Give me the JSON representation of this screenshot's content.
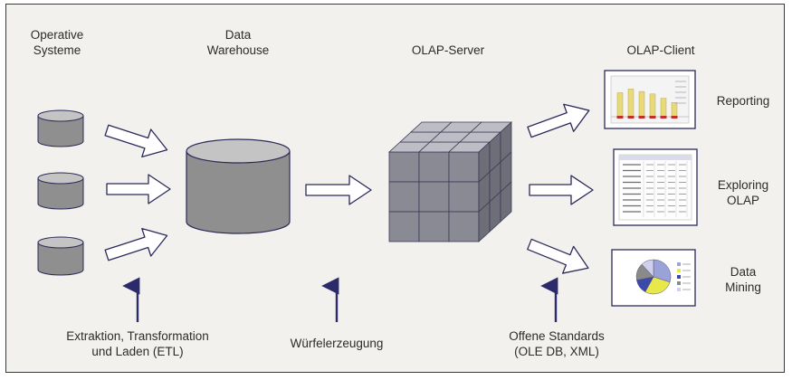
{
  "columns": {
    "operative_systeme": "Operative\nSysteme",
    "data_warehouse": "Data\nWarehouse",
    "olap_server": "OLAP-Server",
    "olap_client": "OLAP-Client"
  },
  "clients": {
    "reporting": "Reporting",
    "exploring": "Exploring\nOLAP",
    "mining": "Data\nMining"
  },
  "bottom_labels": {
    "etl": "Extraktion, Transformation\nund Laden (ETL)",
    "wuerfel": "Würfelerzeugung",
    "standards": "Offene Standards\n(OLE DB, XML)"
  },
  "colors": {
    "cylinder_fill": "#8f8f8f",
    "cylinder_top": "#c4c4c4",
    "cube_front": "#8a8a94",
    "cube_top": "#bdbdc6",
    "cube_side": "#6e6e78",
    "outline": "#2b2a5a",
    "pointer_arrow": "#2b2a6a",
    "chart_bar": "#e8d97a",
    "chart_marker": "#c0302b",
    "pie_colors": [
      "#9aa2d8",
      "#e8e84a",
      "#3b4aa8",
      "#8a8a8a",
      "#cfd0ee"
    ]
  }
}
